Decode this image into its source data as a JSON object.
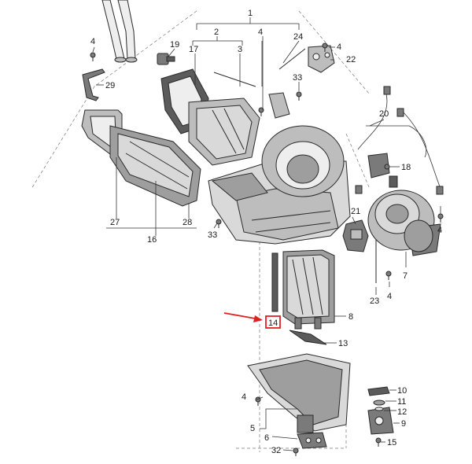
{
  "labels": {
    "p1": "1",
    "p2": "2",
    "p3": "3",
    "p4a": "4",
    "p4b": "4",
    "p4c": "4",
    "p4d": "4",
    "p4e": "4",
    "p4f": "4",
    "p5": "5",
    "p6": "6",
    "p7": "7",
    "p8": "8",
    "p9": "9",
    "p10": "10",
    "p11": "11",
    "p12": "12",
    "p13": "13",
    "p14": "14",
    "p15": "15",
    "p16": "16",
    "p17": "17",
    "p18": "18",
    "p19": "19",
    "p20": "20",
    "p21": "21",
    "p22": "22",
    "p23": "23",
    "p24": "24",
    "p27": "27",
    "p28": "28",
    "p29": "29",
    "p32": "32",
    "p33a": "33",
    "p33b": "33"
  },
  "highlight": {
    "part": "14",
    "arrow_color": "#e02020",
    "box_color": "#e02020"
  }
}
